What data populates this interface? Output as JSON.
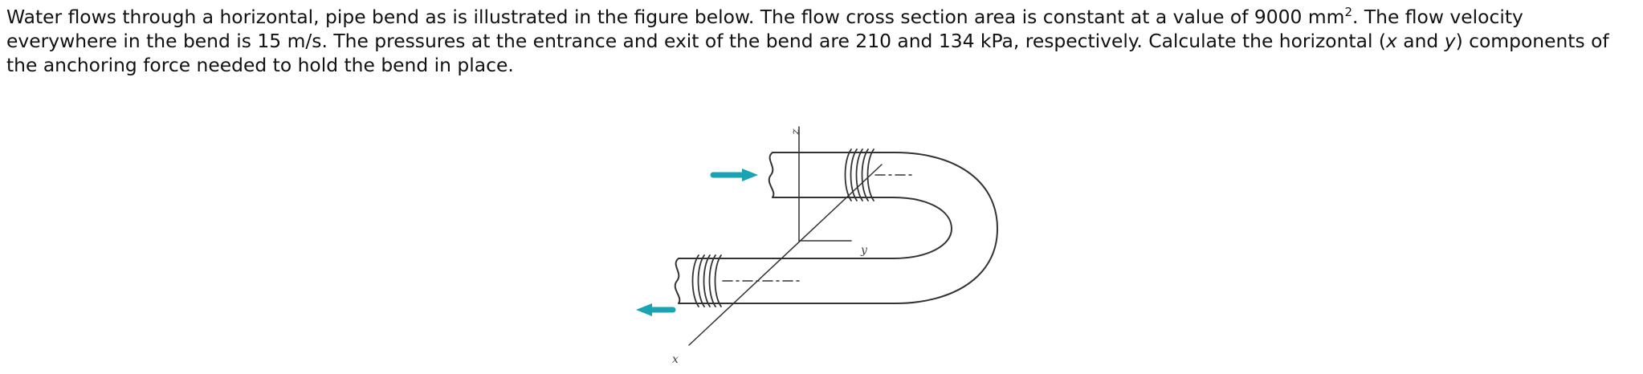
{
  "problem": {
    "t1": "Water flows through a horizontal, pipe bend as is illustrated in the figure below. The flow cross section area is constant at a value of 9000 mm",
    "exp": "2",
    "t2": ". The flow velocity everywhere in the bend is 15 m/s. The pressures at the entrance and exit of the bend are 210 and 134 kPa, respectively. Calculate the horizontal (",
    "x": "x",
    "t3": " and ",
    "y": "y",
    "t4": ") components of the anchoring force needed to hold the bend in place."
  },
  "figure": {
    "axis_z": "z",
    "axis_y": "y",
    "axis_x": "x",
    "arrow_color": "#1aa3b3",
    "icons": [
      "inflow-arrow-icon",
      "outflow-arrow-icon"
    ]
  }
}
